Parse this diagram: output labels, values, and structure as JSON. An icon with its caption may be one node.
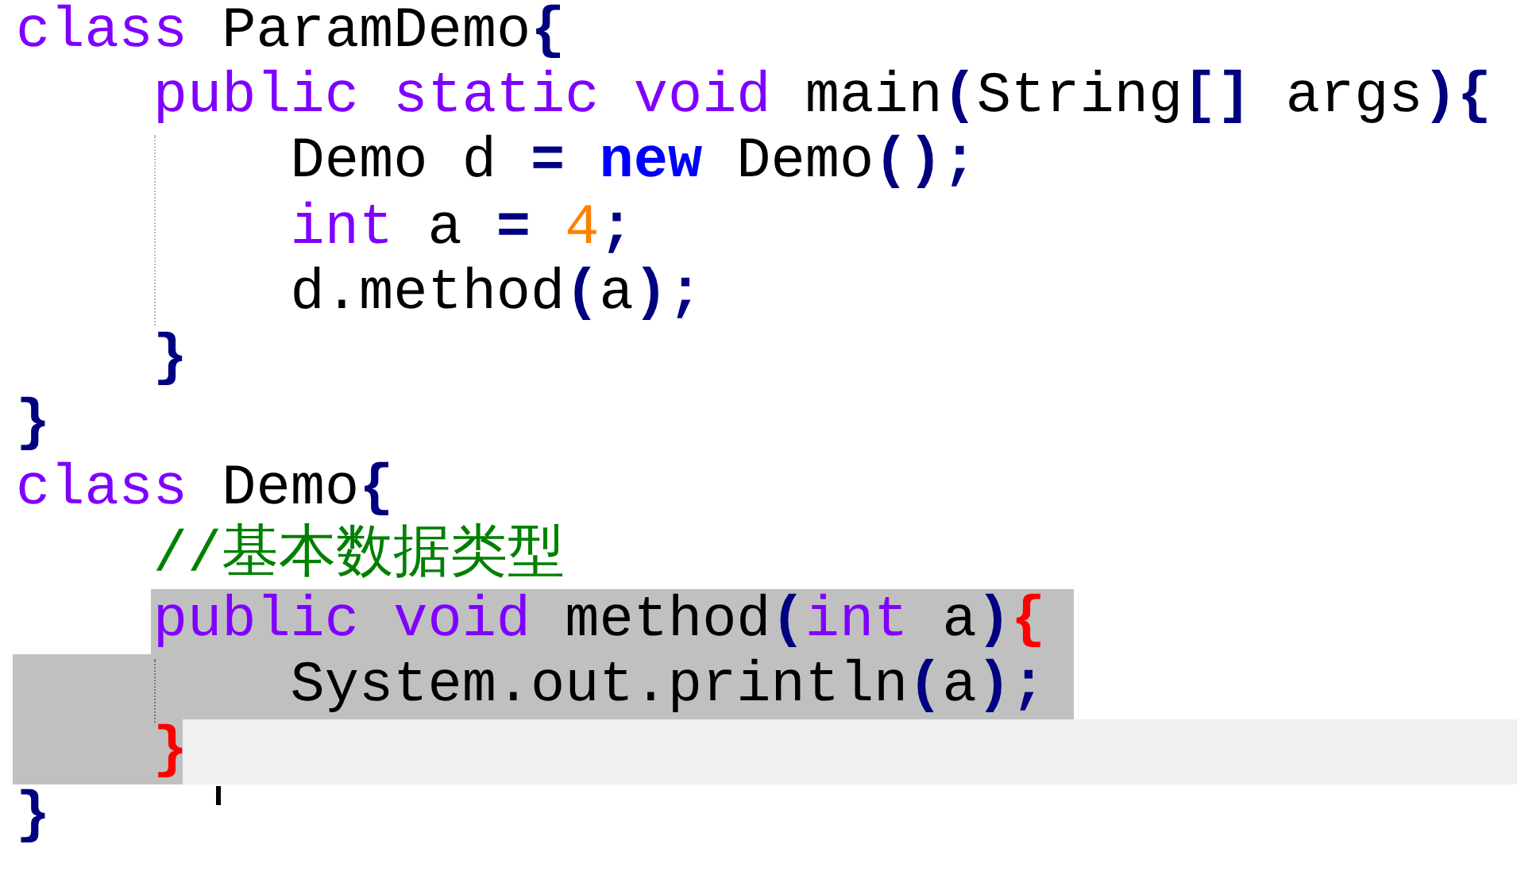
{
  "diagram": {
    "labels": [
      "class ParamDemo{",
      "public static void main(String[] args){",
      "Demo d = new Demo();",
      "int a = 4;",
      "d.method(a);",
      "}",
      "}",
      "class Demo{",
      "//基本数据类型",
      "public void method(int a){",
      "System.out.println(a);",
      "}",
      "}"
    ]
  }
}
